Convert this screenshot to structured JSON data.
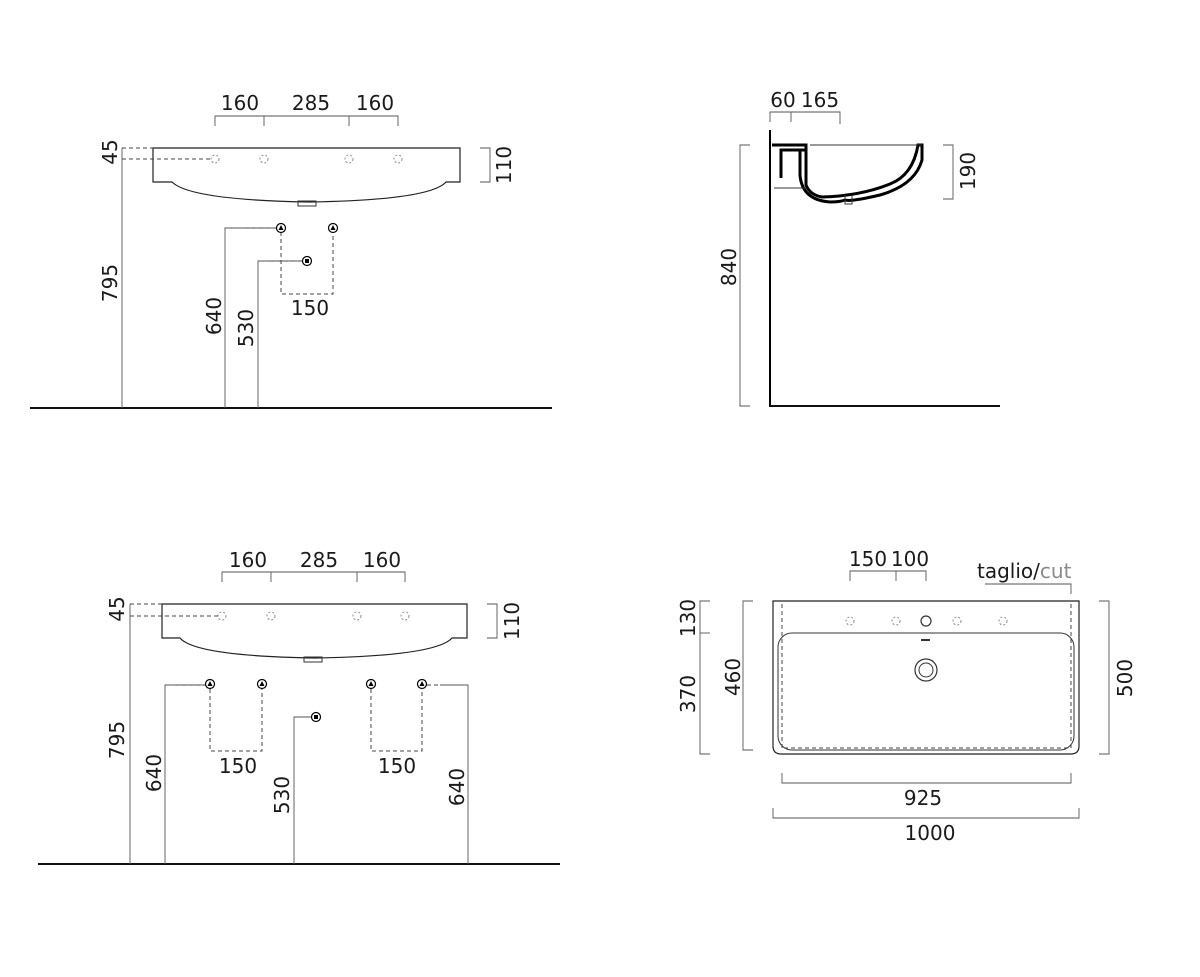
{
  "front_top": {
    "dims_top": [
      "160",
      "285",
      "160"
    ],
    "dim_overflow": "45",
    "dim_thickness": "110",
    "dim_height": "795",
    "dim_supply": "640",
    "dim_drain": "530",
    "dim_spacing": "150"
  },
  "side": {
    "dim_a": "60",
    "dim_b": "165",
    "dim_depth": "190",
    "dim_height": "840"
  },
  "front_bottom": {
    "dims_top": [
      "160",
      "285",
      "160"
    ],
    "dim_overflow": "45",
    "dim_thickness": "110",
    "dim_height": "795",
    "dim_supply_left": "640",
    "dim_drain": "530",
    "dim_supply_right": "640",
    "dim_spacing_left": "150",
    "dim_spacing_right": "150"
  },
  "plan": {
    "dim_a": "150",
    "dim_b": "100",
    "cut_label": "taglio/",
    "cut_label_en": "cut",
    "dim_130": "130",
    "dim_370": "370",
    "dim_460": "460",
    "dim_500": "500",
    "dim_925": "925",
    "dim_1000": "1000"
  },
  "colors": {
    "line": "#333333",
    "grey_text": "#8a8a8a"
  }
}
